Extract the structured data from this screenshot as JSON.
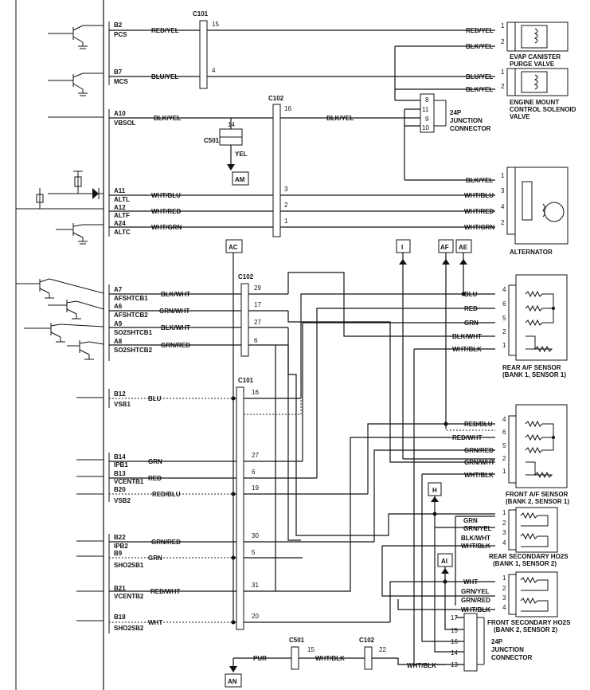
{
  "ecm_pins": [
    {
      "pin": "B2",
      "signal": "PCS",
      "wire": "RED/YEL"
    },
    {
      "pin": "B7",
      "signal": "MCS",
      "wire": "BLU/YEL"
    },
    {
      "pin": "A10",
      "signal": "VBSOL",
      "wire": "BLK/YEL"
    },
    {
      "pin": "A11",
      "signal": "ALTL",
      "wire": "WHT/BLU"
    },
    {
      "pin": "A12",
      "signal": "ALTF",
      "wire": "WHT/RED"
    },
    {
      "pin": "A24",
      "signal": "ALTC",
      "wire": "WHT/GRN"
    },
    {
      "pin": "A7",
      "signal": "AFSHTCB1",
      "wire": "BLK/WHT"
    },
    {
      "pin": "A6",
      "signal": "AFSHTCB2",
      "wire": "GRN/WHT"
    },
    {
      "pin": "A9",
      "signal": "SO2SHTCB1",
      "wire": "BLK/WHT"
    },
    {
      "pin": "A8",
      "signal": "SO2SHTCB2",
      "wire": "GRN/RED"
    },
    {
      "pin": "B12",
      "signal": "VSB1",
      "wire": "BLU"
    },
    {
      "pin": "B14",
      "signal": "IPB1",
      "wire": "GRN"
    },
    {
      "pin": "B13",
      "signal": "VCENTB1",
      "wire": "RED"
    },
    {
      "pin": "B20",
      "signal": "VSB2",
      "wire": "RED/BLU"
    },
    {
      "pin": "B22",
      "signal": "IPB2",
      "wire": "GRN/RED"
    },
    {
      "pin": "B9",
      "signal": "SHO2SB1",
      "wire": "GRN"
    },
    {
      "pin": "B21",
      "signal": "VCENTB2",
      "wire": "RED/WHT"
    },
    {
      "pin": "B18",
      "signal": "SHO2SB2",
      "wire": "WHT"
    }
  ],
  "connectors": {
    "c101_top": {
      "name": "C101",
      "pins": [
        "15",
        "4"
      ]
    },
    "c102_top": {
      "name": "C102",
      "pins": [
        "16",
        "3",
        "2",
        "1"
      ]
    },
    "c501_top": {
      "name": "C501",
      "pin": "14",
      "wire": "YEL",
      "ground": "AM"
    },
    "c102_mid": {
      "name": "C102",
      "pins": [
        "29",
        "17",
        "27",
        "6"
      ]
    },
    "c101_mid": {
      "name": "C101",
      "pins": [
        "16",
        "27",
        "6",
        "19",
        "30",
        "5",
        "31",
        "20"
      ]
    },
    "c501_bot": {
      "name": "C501",
      "pin": "15",
      "wire_left": "PUR",
      "wire_right": "WHT/BLK",
      "ground": "AN"
    },
    "c102_bot": {
      "name": "C102",
      "pin": "22",
      "wire": "WHT/BLK"
    }
  },
  "references": {
    "ac": "AC",
    "i": "I",
    "af": "AF",
    "ae": "AE",
    "h": "H",
    "ai": "AI"
  },
  "components": {
    "evap": {
      "name_lines": [
        "EVAP CANISTER",
        "PURGE VALVE"
      ],
      "pins": [
        {
          "n": "1",
          "wire": "RED/YEL"
        },
        {
          "n": "2",
          "wire": "BLK/YEL"
        }
      ]
    },
    "mount": {
      "name_lines": [
        "ENGINE MOUNT",
        "CONTROL SOLENOID",
        "VALVE"
      ],
      "pins": [
        {
          "n": "1",
          "wire": "BLU/YEL"
        },
        {
          "n": "2",
          "wire": "BLK/YEL"
        }
      ]
    },
    "junction_top": {
      "name_lines": [
        "24P",
        "JUNCTION",
        "CONNECTOR"
      ],
      "pins": [
        "8",
        "11",
        "9",
        "10"
      ]
    },
    "alternator": {
      "name": "ALTERNATOR",
      "pins": [
        {
          "n": "1",
          "wire": "BLK/YEL"
        },
        {
          "n": "3",
          "wire": "WHT/BLU"
        },
        {
          "n": "4",
          "wire": "WHT/RED"
        },
        {
          "n": "2",
          "wire": "WHT/GRN"
        }
      ]
    },
    "rear_af": {
      "name_lines": [
        "REAR A/F SENSOR",
        "(BANK 1, SENSOR 1)"
      ],
      "pins": [
        {
          "n": "4",
          "wire": "BLU"
        },
        {
          "n": "6",
          "wire": "RED"
        },
        {
          "n": "5",
          "wire": "GRN"
        },
        {
          "n": "2",
          "wire": "BLK/WHT"
        },
        {
          "n": "1",
          "wire": "WHT/BLK"
        }
      ]
    },
    "front_af": {
      "name_lines": [
        "FRONT A/F SENSOR",
        "(BANK 2, SENSOR 1)"
      ],
      "pins": [
        {
          "n": "4",
          "wire": "RED/BLU"
        },
        {
          "n": "6",
          "wire": "RED/WHT"
        },
        {
          "n": "5",
          "wire": "GRN/RED"
        },
        {
          "n": "2",
          "wire": "GRN/WHT"
        },
        {
          "n": "1",
          "wire": "WHT/BLK"
        }
      ]
    },
    "rear_ho2s": {
      "name_lines": [
        "REAR SECONDARY HO2S",
        "(BANK 1, SENSOR 2)"
      ],
      "pins": [
        {
          "n": "1",
          "wire": "GRN"
        },
        {
          "n": "2",
          "wire": "GRN/YEL"
        },
        {
          "n": "3",
          "wire": "BLK/WHT"
        },
        {
          "n": "4",
          "wire": "WHT/BLK"
        }
      ]
    },
    "front_ho2s": {
      "name_lines": [
        "FRONT SECONDARY HO2S",
        "(BANK 2, SENSOR 2)"
      ],
      "pins": [
        {
          "n": "1",
          "wire": "WHT"
        },
        {
          "n": "2",
          "wire": "GRN/YEL"
        },
        {
          "n": "3",
          "wire": "GRN/RED"
        },
        {
          "n": "4",
          "wire": "WHT/BLK"
        }
      ]
    },
    "junction_bot": {
      "name_lines": [
        "24P",
        "JUNCTION",
        "CONNECTOR"
      ],
      "pins": [
        "17",
        "15",
        "16",
        "14",
        "13"
      ]
    }
  }
}
